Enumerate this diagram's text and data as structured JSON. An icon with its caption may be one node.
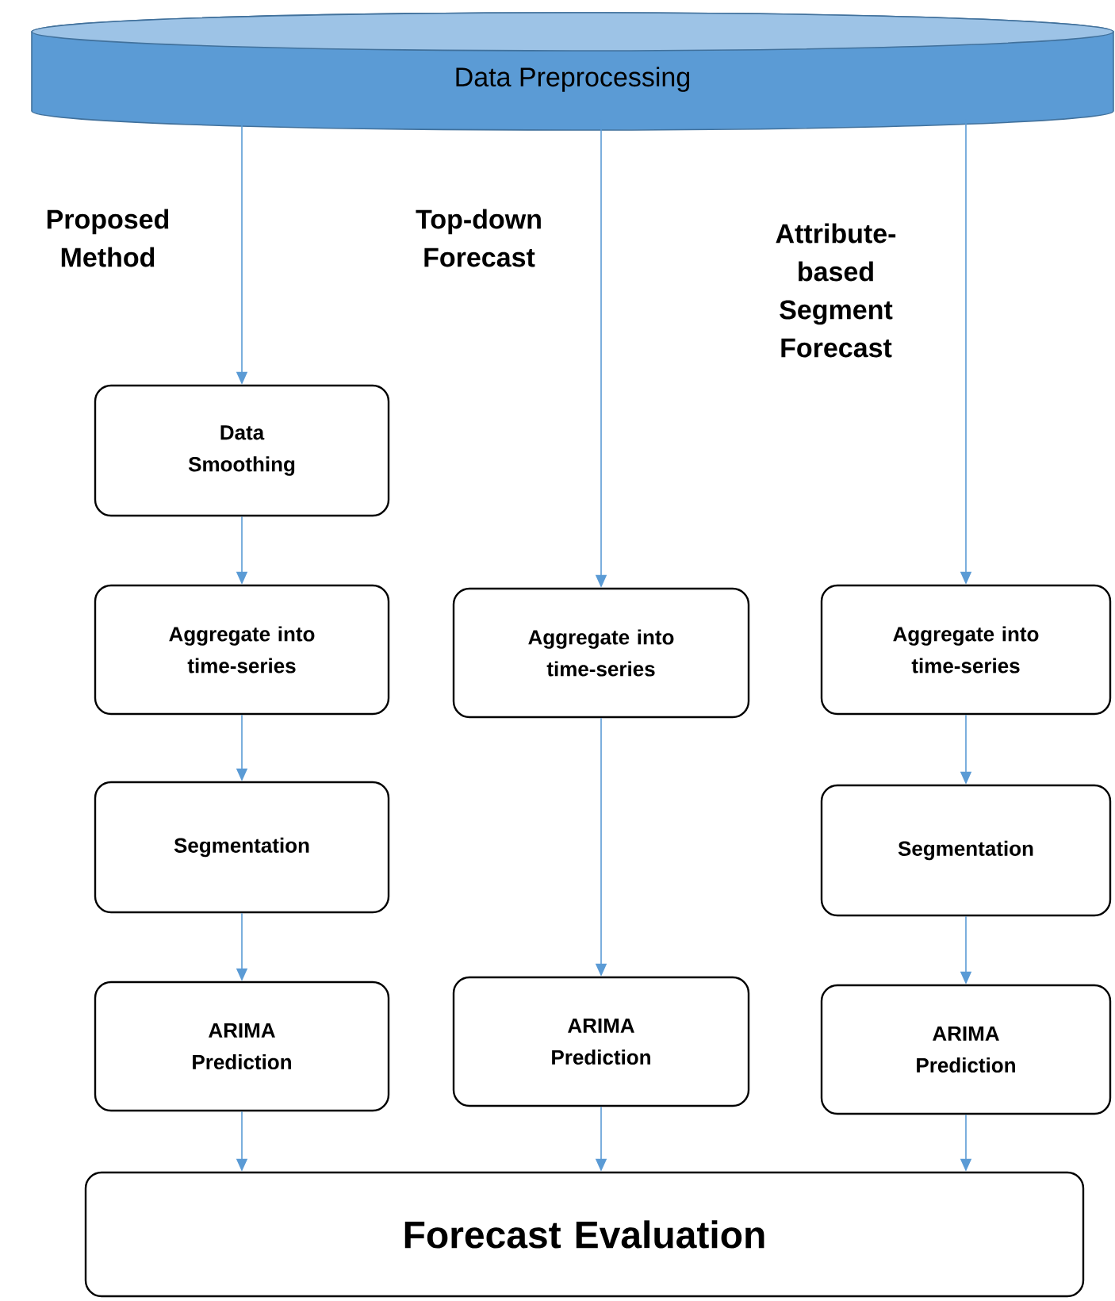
{
  "diagram": {
    "nodes": [
      {
        "text": [
          "Data Preprocessing"
        ]
      },
      {
        "text": [
          "Data Smoothing"
        ]
      },
      {
        "text": [
          "Aggregate into time-series"
        ]
      },
      {
        "text": [
          "Segmentation"
        ]
      },
      {
        "text": [
          "ARIMA Prediction"
        ]
      },
      {
        "text": [
          "Aggregate into time-series"
        ]
      },
      {
        "text": [
          "ARIMA Prediction"
        ]
      },
      {
        "text": [
          "Aggregate into time-series"
        ]
      },
      {
        "text": [
          "Segmentation"
        ]
      },
      {
        "text": [
          "ARIMA Prediction"
        ]
      },
      {
        "text": [
          "Forecast Evaluation"
        ]
      }
    ],
    "edges": [
      {
        "from": 0,
        "to": 1,
        "arrow": "to"
      },
      {
        "from": 1,
        "to": 2,
        "arrow": "to"
      },
      {
        "from": 2,
        "to": 3,
        "arrow": "to"
      },
      {
        "from": 3,
        "to": 4,
        "arrow": "to"
      },
      {
        "from": 4,
        "to": 10,
        "arrow": "to"
      },
      {
        "from": 0,
        "to": 5,
        "arrow": "to"
      },
      {
        "from": 5,
        "to": 6,
        "arrow": "to"
      },
      {
        "from": 6,
        "to": 10,
        "arrow": "to"
      },
      {
        "from": 0,
        "to": 7,
        "arrow": "to"
      },
      {
        "from": 7,
        "to": 8,
        "arrow": "to"
      },
      {
        "from": 8,
        "to": 9,
        "arrow": "to"
      },
      {
        "from": 9,
        "to": 10,
        "arrow": "to"
      }
    ],
    "labels": [
      "Proposed Method",
      "Top-down Forecast",
      "Attribute-based Segment Forecast"
    ]
  }
}
